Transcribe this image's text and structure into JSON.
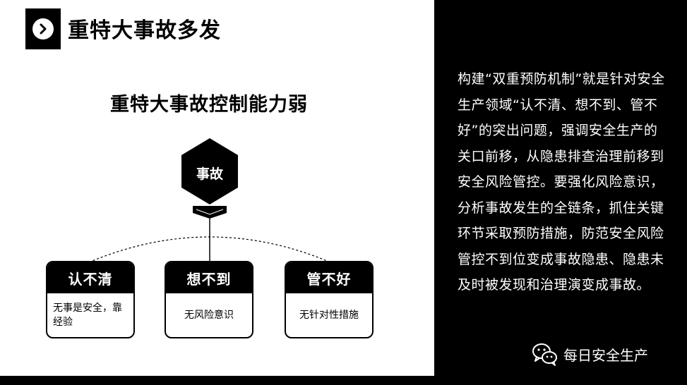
{
  "slide": {
    "header_title": "重特大事故多发",
    "subtitle": "重特大事故控制能力弱",
    "center_node": "事故",
    "cards": [
      {
        "title": "认不清",
        "body": "无事是安全，靠经验"
      },
      {
        "title": "想不到",
        "body": "无风险意识"
      },
      {
        "title": "管不好",
        "body": "无针对性措施"
      }
    ]
  },
  "panel": {
    "description": "构建“双重预防机制”就是针对安全生产领域“认不清、想不到、管不好”的突出问题，强调安全生产的关口前移，从隐患排查治理前移到安全风险管控。要强化风险意识，分析事故发生的全链条，抓住关键环节采取预防措施，防范安全风险管控不到位变成事故隐患、隐患未及时被发现和治理演变成事故。",
    "brand": "每日安全生产"
  },
  "icons": {
    "header": "chevron-right-icon",
    "brand": "wechat-icon"
  },
  "colors": {
    "background": "#000000",
    "slide": "#ffffff"
  }
}
